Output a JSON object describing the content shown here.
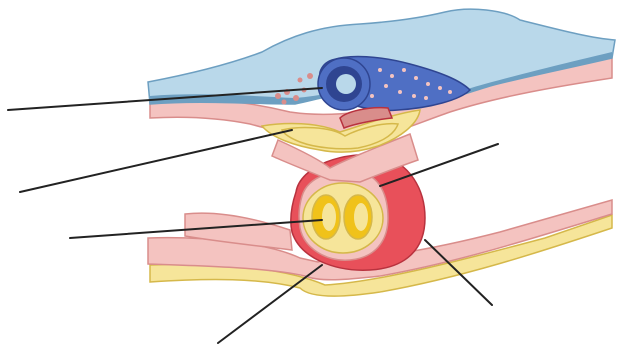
{
  "figure": {
    "label_texts": [],
    "leader_lines": [
      {
        "points_to": "neural-tube"
      },
      {
        "points_to": "notochord"
      },
      {
        "points_to": "coelom-wall"
      },
      {
        "points_to": "gut-tube"
      },
      {
        "points_to": "somatic-layer"
      },
      {
        "points_to": "body-wall-fold"
      }
    ]
  },
  "colors": {
    "ectoderm_blue": "#b9d8ea",
    "ectoderm_blue_edge": "#6d9fc1",
    "neural_tube_blue": "#4f6fc4",
    "neural_tube_dark": "#2f4591",
    "mesoderm_pink": "#f4c3c0",
    "mesoderm_pink_edge": "#d98d8b",
    "gut_red": "#e8505a",
    "gut_red_dark": "#b8323e",
    "endoderm_yellow": "#f6e59a",
    "endoderm_yellow_edge": "#d5b84a",
    "gut_lumen_yellow": "#f0c21a",
    "leader_line": "#222222"
  }
}
